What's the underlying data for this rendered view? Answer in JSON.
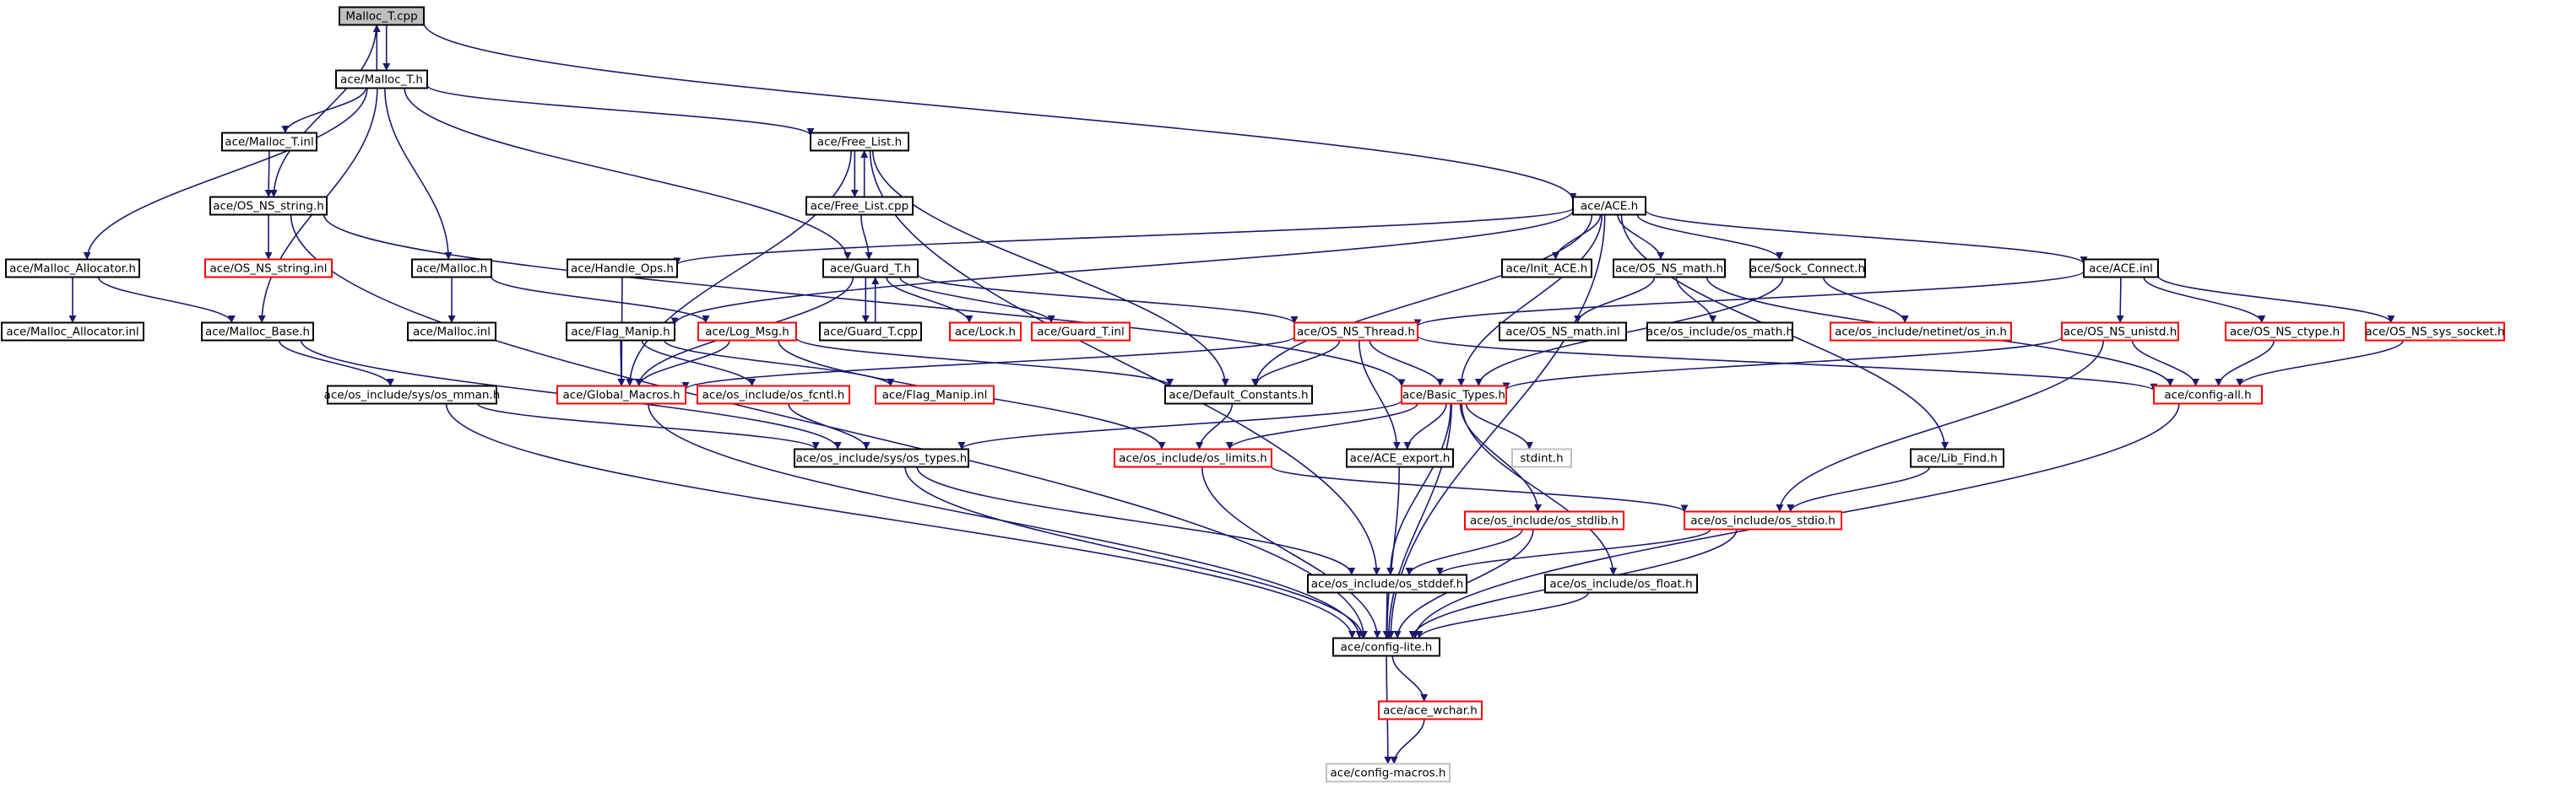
{
  "title": "",
  "colors": {
    "edge": "#191970",
    "border_normal": "#000000",
    "border_truncated": "#ff0000",
    "border_external": "#bfbfbf",
    "fill_root": "#bfbfbf",
    "fill_default": "#ffffff"
  },
  "nodes": [
    {
      "id": "malloc_t_cpp",
      "label": "Malloc_T.cpp",
      "style": "root"
    },
    {
      "id": "malloc_t_h",
      "label": "ace/Malloc_T.h",
      "style": "normal"
    },
    {
      "id": "malloc_t_inl",
      "label": "ace/Malloc_T.inl",
      "style": "normal"
    },
    {
      "id": "os_ns_string_h",
      "label": "ace/OS_NS_string.h",
      "style": "normal"
    },
    {
      "id": "os_ns_string_inl",
      "label": "ace/OS_NS_string.inl",
      "style": "truncated"
    },
    {
      "id": "malloc_allocator_h",
      "label": "ace/Malloc_Allocator.h",
      "style": "normal"
    },
    {
      "id": "malloc_allocator_inl",
      "label": "ace/Malloc_Allocator.inl",
      "style": "normal"
    },
    {
      "id": "malloc_h",
      "label": "ace/Malloc.h",
      "style": "normal"
    },
    {
      "id": "malloc_inl",
      "label": "ace/Malloc.inl",
      "style": "normal"
    },
    {
      "id": "malloc_base_h",
      "label": "ace/Malloc_Base.h",
      "style": "normal"
    },
    {
      "id": "sys_os_mman_h",
      "label": "ace/os_include/sys/os_mman.h",
      "style": "normal"
    },
    {
      "id": "free_list_h",
      "label": "ace/Free_List.h",
      "style": "normal"
    },
    {
      "id": "free_list_cpp",
      "label": "ace/Free_List.cpp",
      "style": "normal"
    },
    {
      "id": "guard_t_h",
      "label": "ace/Guard_T.h",
      "style": "normal"
    },
    {
      "id": "guard_t_cpp",
      "label": "ace/Guard_T.cpp",
      "style": "normal"
    },
    {
      "id": "lock_h",
      "label": "ace/Lock.h",
      "style": "truncated"
    },
    {
      "id": "guard_t_inl",
      "label": "ace/Guard_T.inl",
      "style": "truncated"
    },
    {
      "id": "handle_ops_h",
      "label": "ace/Handle_Ops.h",
      "style": "normal"
    },
    {
      "id": "flag_manip_h",
      "label": "ace/Flag_Manip.h",
      "style": "normal"
    },
    {
      "id": "log_msg_h",
      "label": "ace/Log_Msg.h",
      "style": "truncated"
    },
    {
      "id": "global_macros_h",
      "label": "ace/Global_Macros.h",
      "style": "truncated"
    },
    {
      "id": "os_fcntl_h",
      "label": "ace/os_include/os_fcntl.h",
      "style": "truncated"
    },
    {
      "id": "flag_manip_inl",
      "label": "ace/Flag_Manip.inl",
      "style": "truncated"
    },
    {
      "id": "sys_os_types_h",
      "label": "ace/os_include/sys/os_types.h",
      "style": "normal"
    },
    {
      "id": "ace_h",
      "label": "ace/ACE.h",
      "style": "normal"
    },
    {
      "id": "init_ace_h",
      "label": "ace/Init_ACE.h",
      "style": "normal"
    },
    {
      "id": "os_ns_math_h",
      "label": "ace/OS_NS_math.h",
      "style": "normal"
    },
    {
      "id": "os_ns_math_inl",
      "label": "ace/OS_NS_math.inl",
      "style": "normal"
    },
    {
      "id": "os_math_h",
      "label": "ace/os_include/os_math.h",
      "style": "normal"
    },
    {
      "id": "sock_connect_h",
      "label": "ace/Sock_Connect.h",
      "style": "normal"
    },
    {
      "id": "netinet_os_in_h",
      "label": "ace/os_include/netinet/os_in.h",
      "style": "truncated"
    },
    {
      "id": "ace_inl",
      "label": "ace/ACE.inl",
      "style": "normal"
    },
    {
      "id": "os_ns_thread_h",
      "label": "ace/OS_NS_Thread.h",
      "style": "truncated"
    },
    {
      "id": "os_ns_unistd_h",
      "label": "ace/OS_NS_unistd.h",
      "style": "truncated"
    },
    {
      "id": "os_ns_ctype_h",
      "label": "ace/OS_NS_ctype.h",
      "style": "truncated"
    },
    {
      "id": "os_ns_sys_socket_h",
      "label": "ace/OS_NS_sys_socket.h",
      "style": "truncated"
    },
    {
      "id": "default_constants_h",
      "label": "ace/Default_Constants.h",
      "style": "normal"
    },
    {
      "id": "basic_types_h",
      "label": "ace/Basic_Types.h",
      "style": "truncated"
    },
    {
      "id": "config_all_h",
      "label": "ace/config-all.h",
      "style": "truncated"
    },
    {
      "id": "os_limits_h",
      "label": "ace/os_include/os_limits.h",
      "style": "truncated"
    },
    {
      "id": "ace_export_h",
      "label": "ace/ACE_export.h",
      "style": "normal"
    },
    {
      "id": "stdint_h",
      "label": "stdint.h",
      "style": "external"
    },
    {
      "id": "lib_find_h",
      "label": "ace/Lib_Find.h",
      "style": "normal"
    },
    {
      "id": "os_stdlib_h",
      "label": "ace/os_include/os_stdlib.h",
      "style": "truncated"
    },
    {
      "id": "os_stdio_h",
      "label": "ace/os_include/os_stdio.h",
      "style": "truncated"
    },
    {
      "id": "os_stddef_h",
      "label": "ace/os_include/os_stddef.h",
      "style": "normal"
    },
    {
      "id": "os_float_h",
      "label": "ace/os_include/os_float.h",
      "style": "normal"
    },
    {
      "id": "config_lite_h",
      "label": "ace/config-lite.h",
      "style": "normal"
    },
    {
      "id": "ace_wchar_h",
      "label": "ace/ace_wchar.h",
      "style": "truncated"
    },
    {
      "id": "config_macros_h",
      "label": "ace/config-macros.h",
      "style": "external"
    }
  ],
  "edges": [
    [
      "malloc_t_cpp",
      "malloc_t_h"
    ],
    [
      "malloc_t_h",
      "malloc_t_cpp"
    ],
    [
      "malloc_t_cpp",
      "os_ns_string_h"
    ],
    [
      "malloc_t_cpp",
      "ace_h"
    ],
    [
      "malloc_t_h",
      "malloc_t_inl"
    ],
    [
      "malloc_t_h",
      "malloc_allocator_h"
    ],
    [
      "malloc_t_h",
      "malloc_h"
    ],
    [
      "malloc_t_h",
      "malloc_base_h"
    ],
    [
      "malloc_t_h",
      "free_list_h"
    ],
    [
      "malloc_t_h",
      "guard_t_h"
    ],
    [
      "malloc_t_inl",
      "os_ns_string_h"
    ],
    [
      "os_ns_string_h",
      "os_ns_string_inl"
    ],
    [
      "os_ns_string_h",
      "basic_types_h"
    ],
    [
      "os_ns_string_h",
      "config_lite_h"
    ],
    [
      "malloc_allocator_h",
      "malloc_allocator_inl"
    ],
    [
      "malloc_allocator_h",
      "malloc_base_h"
    ],
    [
      "malloc_h",
      "malloc_inl"
    ],
    [
      "malloc_h",
      "log_msg_h"
    ],
    [
      "malloc_base_h",
      "sys_os_mman_h"
    ],
    [
      "malloc_base_h",
      "sys_os_types_h"
    ],
    [
      "sys_os_mman_h",
      "sys_os_types_h"
    ],
    [
      "sys_os_mman_h",
      "config_lite_h"
    ],
    [
      "free_list_h",
      "free_list_cpp"
    ],
    [
      "free_list_cpp",
      "free_list_h"
    ],
    [
      "free_list_h",
      "global_macros_h"
    ],
    [
      "free_list_h",
      "default_constants_h"
    ],
    [
      "free_list_h",
      "os_stddef_h"
    ],
    [
      "free_list_cpp",
      "guard_t_h"
    ],
    [
      "guard_t_h",
      "guard_t_cpp"
    ],
    [
      "guard_t_cpp",
      "guard_t_h"
    ],
    [
      "guard_t_h",
      "lock_h"
    ],
    [
      "guard_t_h",
      "guard_t_inl"
    ],
    [
      "guard_t_h",
      "global_macros_h"
    ],
    [
      "guard_t_h",
      "os_ns_thread_h"
    ],
    [
      "handle_ops_h",
      "global_macros_h"
    ],
    [
      "flag_manip_h",
      "global_macros_h"
    ],
    [
      "flag_manip_h",
      "os_fcntl_h"
    ],
    [
      "flag_manip_h",
      "flag_manip_inl"
    ],
    [
      "log_msg_h",
      "global_macros_h"
    ],
    [
      "log_msg_h",
      "default_constants_h"
    ],
    [
      "log_msg_h",
      "os_limits_h"
    ],
    [
      "global_macros_h",
      "config_lite_h"
    ],
    [
      "os_fcntl_h",
      "sys_os_types_h"
    ],
    [
      "sys_os_types_h",
      "os_stddef_h"
    ],
    [
      "sys_os_types_h",
      "config_lite_h"
    ],
    [
      "ace_h",
      "handle_ops_h"
    ],
    [
      "ace_h",
      "flag_manip_h"
    ],
    [
      "ace_h",
      "init_ace_h"
    ],
    [
      "ace_h",
      "os_ns_math_h"
    ],
    [
      "ace_h",
      "sock_connect_h"
    ],
    [
      "ace_h",
      "ace_inl"
    ],
    [
      "ace_h",
      "default_constants_h"
    ],
    [
      "ace_h",
      "lib_find_h"
    ],
    [
      "ace_h",
      "config_lite_h"
    ],
    [
      "ace_h",
      "basic_types_h"
    ],
    [
      "os_ns_math_h",
      "os_ns_math_inl"
    ],
    [
      "os_ns_math_h",
      "os_math_h"
    ],
    [
      "os_ns_math_h",
      "config_all_h"
    ],
    [
      "sock_connect_h",
      "netinet_os_in_h"
    ],
    [
      "sock_connect_h",
      "basic_types_h"
    ],
    [
      "ace_inl",
      "os_ns_thread_h"
    ],
    [
      "ace_inl",
      "os_ns_unistd_h"
    ],
    [
      "ace_inl",
      "os_ns_ctype_h"
    ],
    [
      "ace_inl",
      "os_ns_sys_socket_h"
    ],
    [
      "os_ns_thread_h",
      "global_macros_h"
    ],
    [
      "os_ns_thread_h",
      "default_constants_h"
    ],
    [
      "os_ns_thread_h",
      "basic_types_h"
    ],
    [
      "os_ns_thread_h",
      "ace_export_h"
    ],
    [
      "os_ns_thread_h",
      "config_all_h"
    ],
    [
      "os_ns_unistd_h",
      "basic_types_h"
    ],
    [
      "os_ns_unistd_h",
      "config_all_h"
    ],
    [
      "os_ns_unistd_h",
      "os_stdio_h"
    ],
    [
      "os_ns_ctype_h",
      "config_all_h"
    ],
    [
      "os_ns_sys_socket_h",
      "config_all_h"
    ],
    [
      "default_constants_h",
      "os_limits_h"
    ],
    [
      "basic_types_h",
      "sys_os_types_h"
    ],
    [
      "basic_types_h",
      "os_limits_h"
    ],
    [
      "basic_types_h",
      "ace_export_h"
    ],
    [
      "basic_types_h",
      "stdint_h"
    ],
    [
      "basic_types_h",
      "os_stdlib_h"
    ],
    [
      "basic_types_h",
      "os_stddef_h"
    ],
    [
      "basic_types_h",
      "os_float_h"
    ],
    [
      "basic_types_h",
      "config_lite_h"
    ],
    [
      "config_all_h",
      "config_lite_h"
    ],
    [
      "os_limits_h",
      "os_stdio_h"
    ],
    [
      "os_limits_h",
      "config_lite_h"
    ],
    [
      "ace_export_h",
      "config_lite_h"
    ],
    [
      "lib_find_h",
      "os_stdio_h"
    ],
    [
      "os_stdlib_h",
      "os_stddef_h"
    ],
    [
      "os_stdlib_h",
      "config_lite_h"
    ],
    [
      "os_stdio_h",
      "os_stddef_h"
    ],
    [
      "os_stdio_h",
      "config_lite_h"
    ],
    [
      "os_stddef_h",
      "config_lite_h"
    ],
    [
      "os_float_h",
      "config_lite_h"
    ],
    [
      "config_lite_h",
      "ace_wchar_h"
    ],
    [
      "config_lite_h",
      "config_macros_h"
    ],
    [
      "ace_wchar_h",
      "config_macros_h"
    ]
  ]
}
